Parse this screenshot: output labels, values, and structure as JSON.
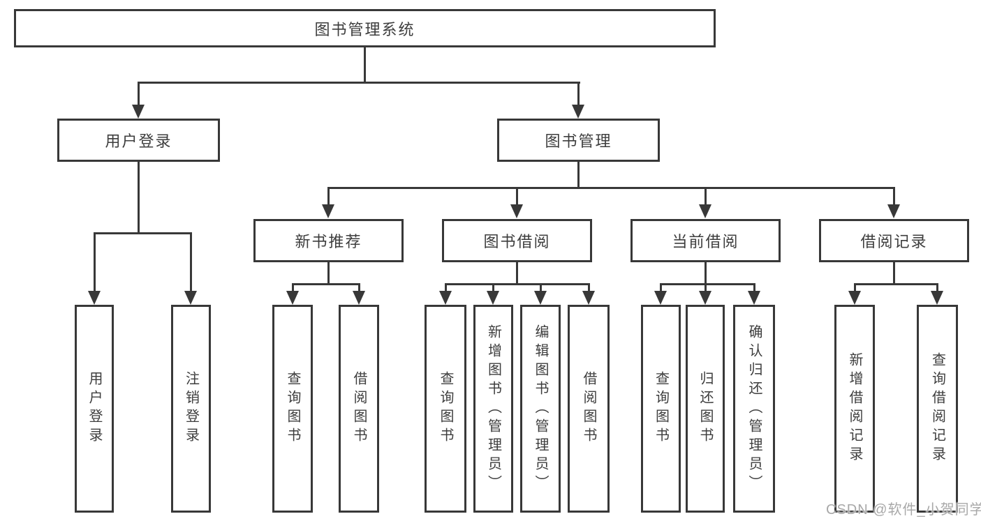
{
  "diagram": {
    "root": "图书管理系统",
    "level2": [
      "用户登录",
      "图书管理"
    ],
    "level3": [
      "新书推荐",
      "图书借阅",
      "当前借阅",
      "借阅记录"
    ],
    "leaves_user_login": [
      "用户登录",
      "注销登录"
    ],
    "leaves_new_books": [
      "查询图书",
      "借阅图书"
    ],
    "leaves_book_borrow": [
      "查询图书",
      "新增图书（管理员）",
      "编辑图书（管理员）",
      "借阅图书"
    ],
    "leaves_current_borrow": [
      "查询图书",
      "归还图书",
      "确认归还（管理员）"
    ],
    "leaves_borrow_records": [
      "新增借阅记录",
      "查询借阅记录"
    ],
    "watermark": "CSDN @软件_小贺同学",
    "colors": {
      "line": "#383838",
      "text": "#3d3d3d",
      "watermark": "#a8a8a8",
      "background": "#ffffff"
    }
  }
}
